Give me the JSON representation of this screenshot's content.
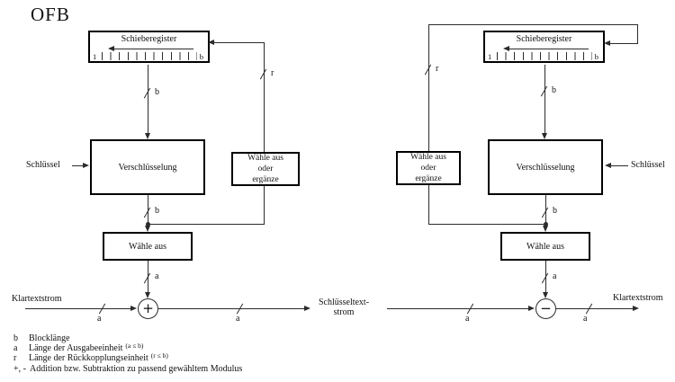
{
  "title": "OFB",
  "colors": {
    "line": "#2b2b2b",
    "text": "#111111",
    "background": "#ffffff"
  },
  "encrypt_diagram": {
    "shift_register_label": "Schieberegister",
    "cell_start": "1",
    "cell_end": "b",
    "encrypt_label": "Verschlüsselung",
    "select_label": "Wähle aus",
    "select_pad_line1": "Wähle aus",
    "select_pad_line2": "oder",
    "select_pad_line3": "ergänze",
    "key_label": "Schlüssel",
    "input_label": "Klartextstrom",
    "output_label_line1": "Schlüsseltext-",
    "output_label_line2": "strom",
    "operator": "+",
    "bus_b": "b",
    "bus_r": "r",
    "bus_a": "a"
  },
  "decrypt_diagram": {
    "shift_register_label": "Schieberegister",
    "cell_start": "1",
    "cell_end": "b",
    "encrypt_label": "Verschlüsselung",
    "select_label": "Wähle aus",
    "select_pad_line1": "Wähle aus",
    "select_pad_line2": "oder",
    "select_pad_line3": "ergänze",
    "key_label": "Schlüssel",
    "output_label": "Klartextstrom",
    "operator": "−",
    "bus_b": "b",
    "bus_r": "r",
    "bus_a": "a"
  },
  "legend": {
    "items": [
      {
        "symbol": "b",
        "text": "Blocklänge",
        "note": ""
      },
      {
        "symbol": "a",
        "text": "Länge der Ausgabeeinheit",
        "note": "(a ≤ b)"
      },
      {
        "symbol": "r",
        "text": "Länge der Rückkopplungseinheit",
        "note": "(r ≤ b)"
      },
      {
        "symbol": "+, -",
        "text": "Addition bzw. Subtraktion zu passend gewähltem Modulus",
        "note": ""
      }
    ]
  }
}
